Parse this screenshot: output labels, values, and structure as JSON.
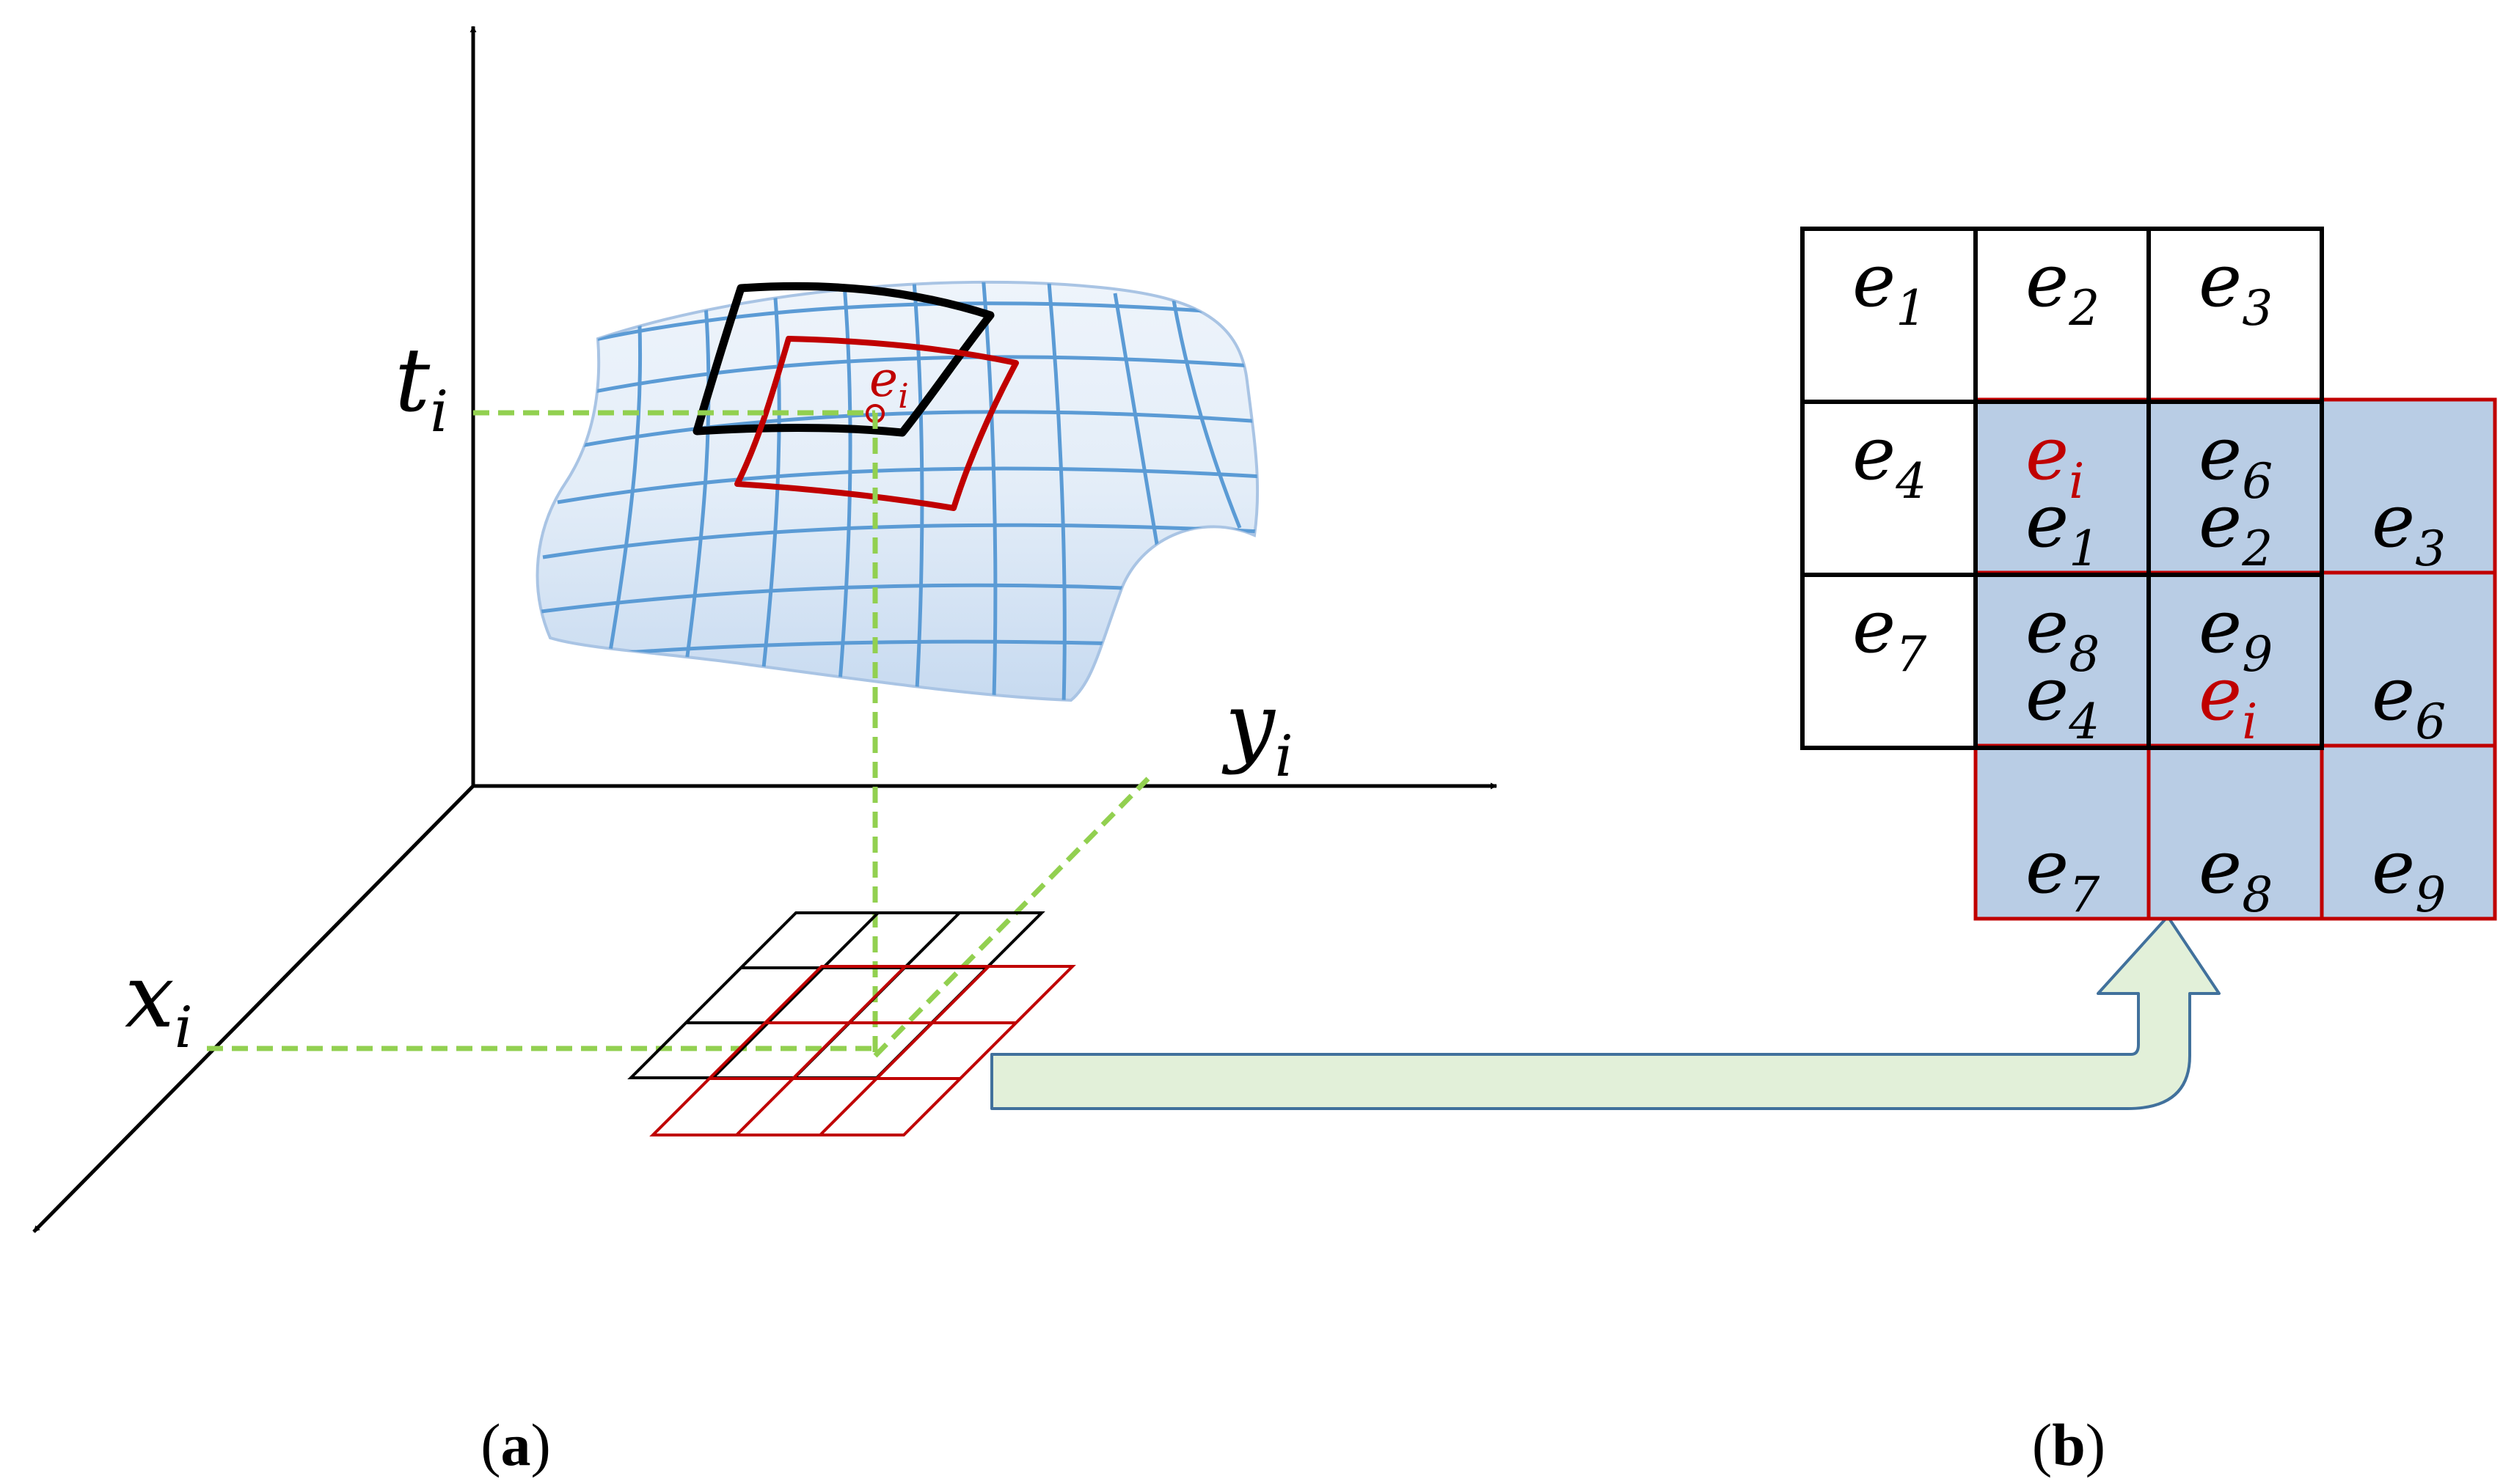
{
  "panel_a": {
    "caption_open": "(",
    "caption_letter": "a",
    "caption_close": ")",
    "axis_t": {
      "base": "t",
      "sub": "i"
    },
    "axis_y": {
      "base": "y",
      "sub": "i"
    },
    "axis_x": {
      "base": "x",
      "sub": "i"
    },
    "point": {
      "base": "e",
      "sub": "i"
    }
  },
  "panel_b": {
    "caption_open": "(",
    "caption_letter": "b",
    "caption_close": ")",
    "black_grid": [
      [
        {
          "base": "e",
          "sub": "1"
        },
        {
          "base": "e",
          "sub": "2"
        },
        {
          "base": "e",
          "sub": "3"
        }
      ],
      [
        {
          "base": "e",
          "sub": "4"
        },
        {
          "base": "e",
          "sub": "i",
          "red": true
        },
        {
          "base": "e",
          "sub": "6"
        }
      ],
      [
        {
          "base": "e",
          "sub": "7"
        },
        {
          "base": "e",
          "sub": "8"
        },
        {
          "base": "e",
          "sub": "9"
        }
      ]
    ],
    "red_grid": [
      [
        {
          "base": "e",
          "sub": "1"
        },
        {
          "base": "e",
          "sub": "2"
        },
        {
          "base": "e",
          "sub": "3"
        }
      ],
      [
        {
          "base": "e",
          "sub": "4"
        },
        {
          "base": "e",
          "sub": "i",
          "red": true
        },
        {
          "base": "e",
          "sub": "6"
        }
      ],
      [
        {
          "base": "e",
          "sub": "7"
        },
        {
          "base": "e",
          "sub": "8"
        },
        {
          "base": "e",
          "sub": "9"
        }
      ]
    ]
  },
  "colors": {
    "axis": "#000000",
    "surface_fill": "#dbe8f6",
    "surface_grid": "#5b9bd5",
    "guide_dash": "#92d050",
    "highlight_red": "#c00000",
    "cell_fill": "#b9cde5",
    "arrow_fill": "#e2f0d9",
    "arrow_stroke": "#41719c"
  }
}
